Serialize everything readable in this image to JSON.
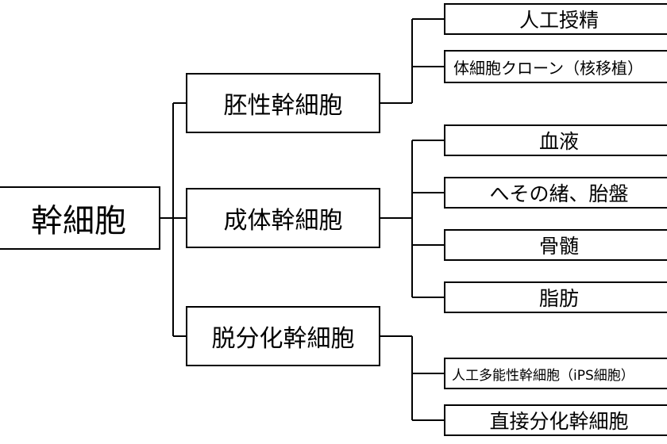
{
  "diagram": {
    "root": "幹細胞",
    "categories": {
      "embryonic": "胚性幹細胞",
      "adult": "成体幹細胞",
      "dediff": "脱分化幹細胞"
    },
    "leaves": {
      "ivf": "人工授精",
      "clone": "体細胞クローン（核移植）",
      "blood": "血液",
      "cord": "へその緒、胎盤",
      "marrow": "骨髄",
      "fat": "脂肪",
      "ips": "人工多能性幹細胞（iPS細胞）",
      "direct": "直接分化幹細胞"
    }
  }
}
